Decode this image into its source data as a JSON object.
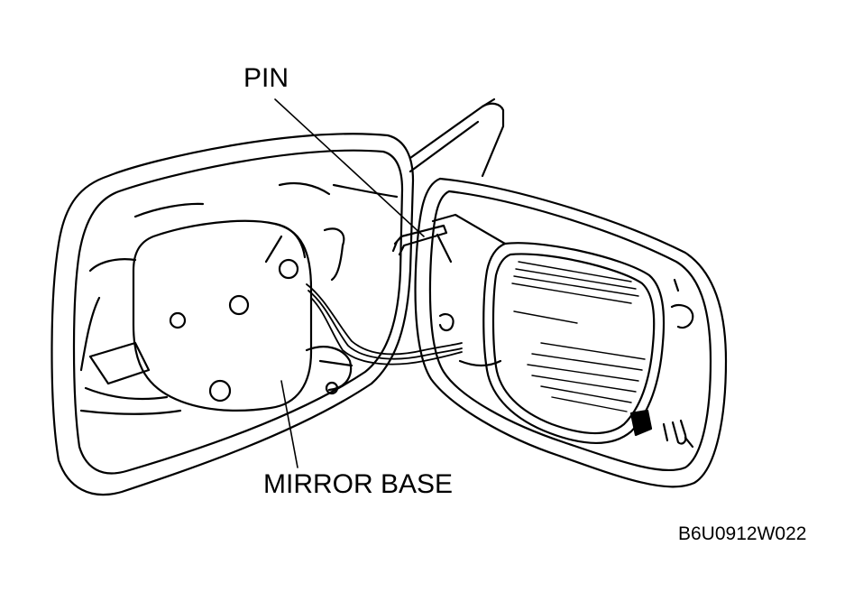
{
  "labels": {
    "pin": "PIN",
    "mirror_base": "MIRROR BASE",
    "figure_code": "B6U0912W022"
  },
  "colors": {
    "line": "#000000",
    "background": "#ffffff"
  }
}
